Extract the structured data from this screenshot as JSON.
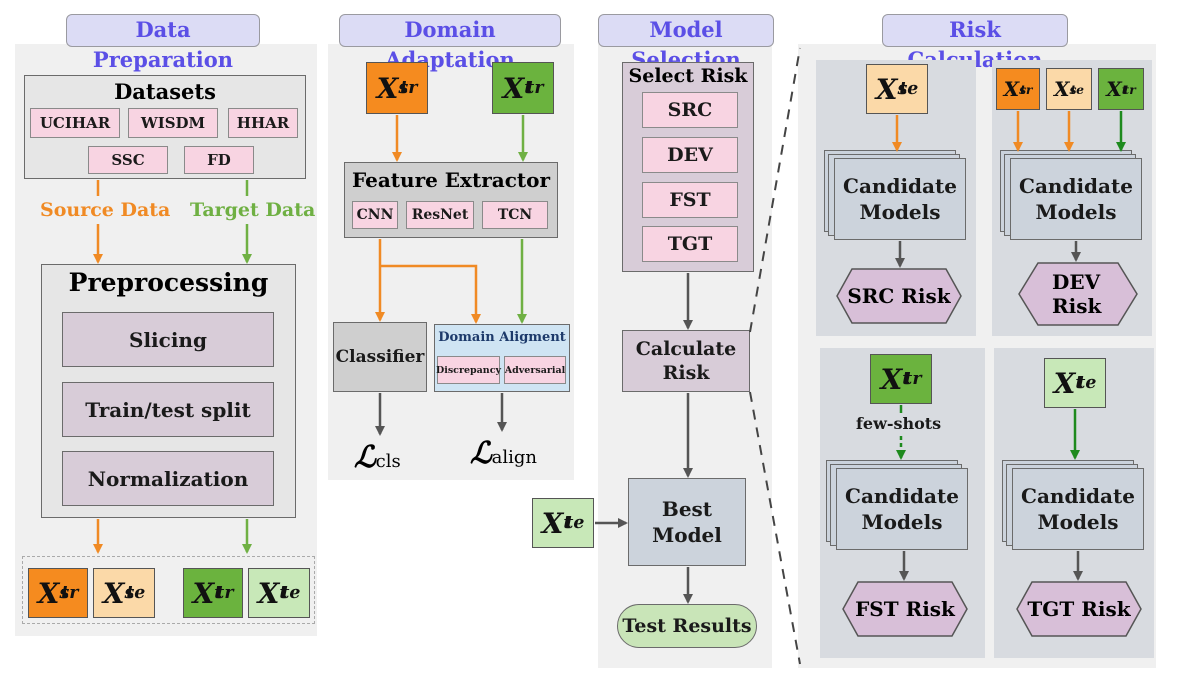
{
  "headers": {
    "data_preparation": "Data Preparation",
    "domain_adaptation": "Domain Adaptation",
    "model_selection": "Model Selection",
    "risk_calculation": "Risk Calculation"
  },
  "data_prep": {
    "datasets_title": "Datasets",
    "datasets": [
      "UCIHAR",
      "WISDM",
      "HHAR",
      "SSC",
      "FD"
    ],
    "source_label": "Source Data",
    "target_label": "Target Data",
    "preprocessing_title": "Preprocessing",
    "steps": [
      "Slicing",
      "Train/test split",
      "Normalization"
    ]
  },
  "domain_adapt": {
    "feature_extractor_title": "Feature Extractor",
    "backbones": [
      "CNN",
      "ResNet",
      "TCN"
    ],
    "classifier": "Classifier",
    "alignment_title": "Domain Aligment",
    "alignment_types": [
      "Discrepancy",
      "Adversarial"
    ],
    "loss_cls_sub": "cls",
    "loss_align_sub": "align"
  },
  "model_sel": {
    "select_risk_title": "Select Risk",
    "risks": [
      "SRC",
      "DEV",
      "FST",
      "TGT"
    ],
    "calculate_risk": "Calculate Risk",
    "best_model": "Best Model",
    "test_results": "Test Results"
  },
  "risk_calc": {
    "candidate_models": "Candidate Models",
    "few_shots": "few-shots",
    "src_risk": "SRC Risk",
    "dev_risk": "DEV Risk",
    "fst_risk": "FST Risk",
    "tgt_risk": "TGT Risk"
  },
  "colors": {
    "orange": "#f58b1f",
    "light_orange": "#fbd9a8",
    "green": "#6bb33e",
    "light_green": "#c8e8b8",
    "header_text": "#5b4fe6"
  }
}
